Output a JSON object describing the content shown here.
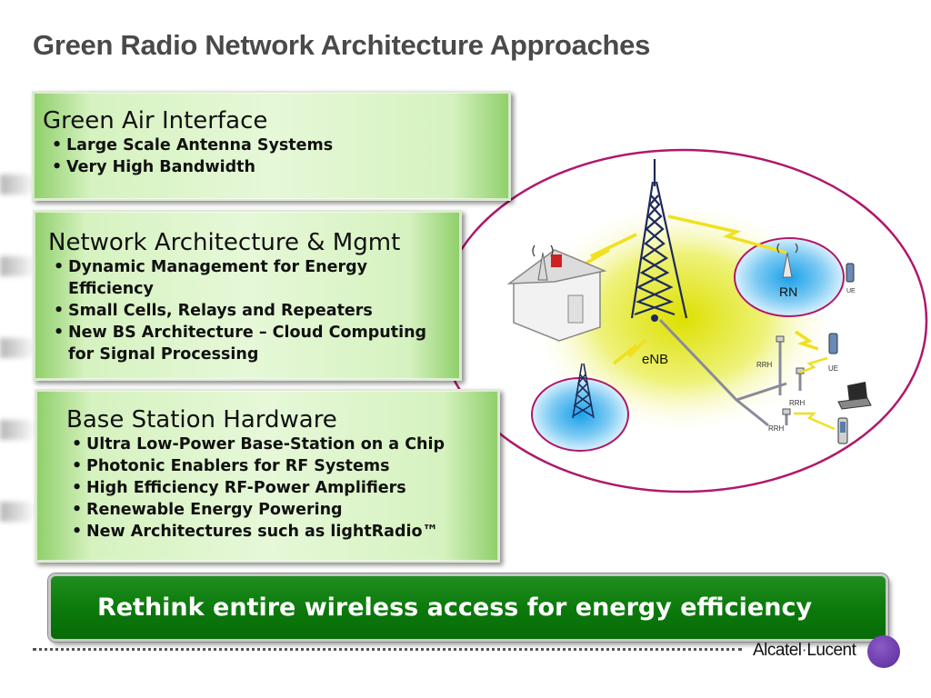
{
  "title": "Green Radio Network Architecture Approaches",
  "panels": [
    {
      "heading": "Green Air Interface",
      "bullets": [
        "Large Scale Antenna Systems",
        "Very High Bandwidth"
      ]
    },
    {
      "heading": "Network Architecture & Mgmt",
      "bullets": [
        "Dynamic Management for Energy",
        "Efficiency",
        "Small Cells, Relays and Repeaters",
        "New BS Architecture – Cloud Computing",
        "for Signal Processing"
      ]
    },
    {
      "heading": "Base Station Hardware",
      "bullets": [
        "Ultra Low-Power Base-Station on a Chip",
        "Photonic Enablers for RF Systems",
        "High Efficiency RF-Power Amplifiers",
        "Renewable Energy Powering",
        "New Architectures such as lightRadio™"
      ]
    }
  ],
  "diagram": {
    "enb": "eNB",
    "rn": "RN",
    "ue_small": "UE",
    "ue": "UE",
    "rrh_1": "RRH",
    "rrh_2": "RRH",
    "rrh_3": "RRH"
  },
  "banner": "Rethink entire wireless access for energy efficiency",
  "logo": {
    "left": "Alcatel",
    "dot": "·",
    "right": "Lucent"
  },
  "colors": {
    "accent_green": "#0c7a0c",
    "circle_border": "#b0186a",
    "logo_purple": "#5a2a98"
  }
}
